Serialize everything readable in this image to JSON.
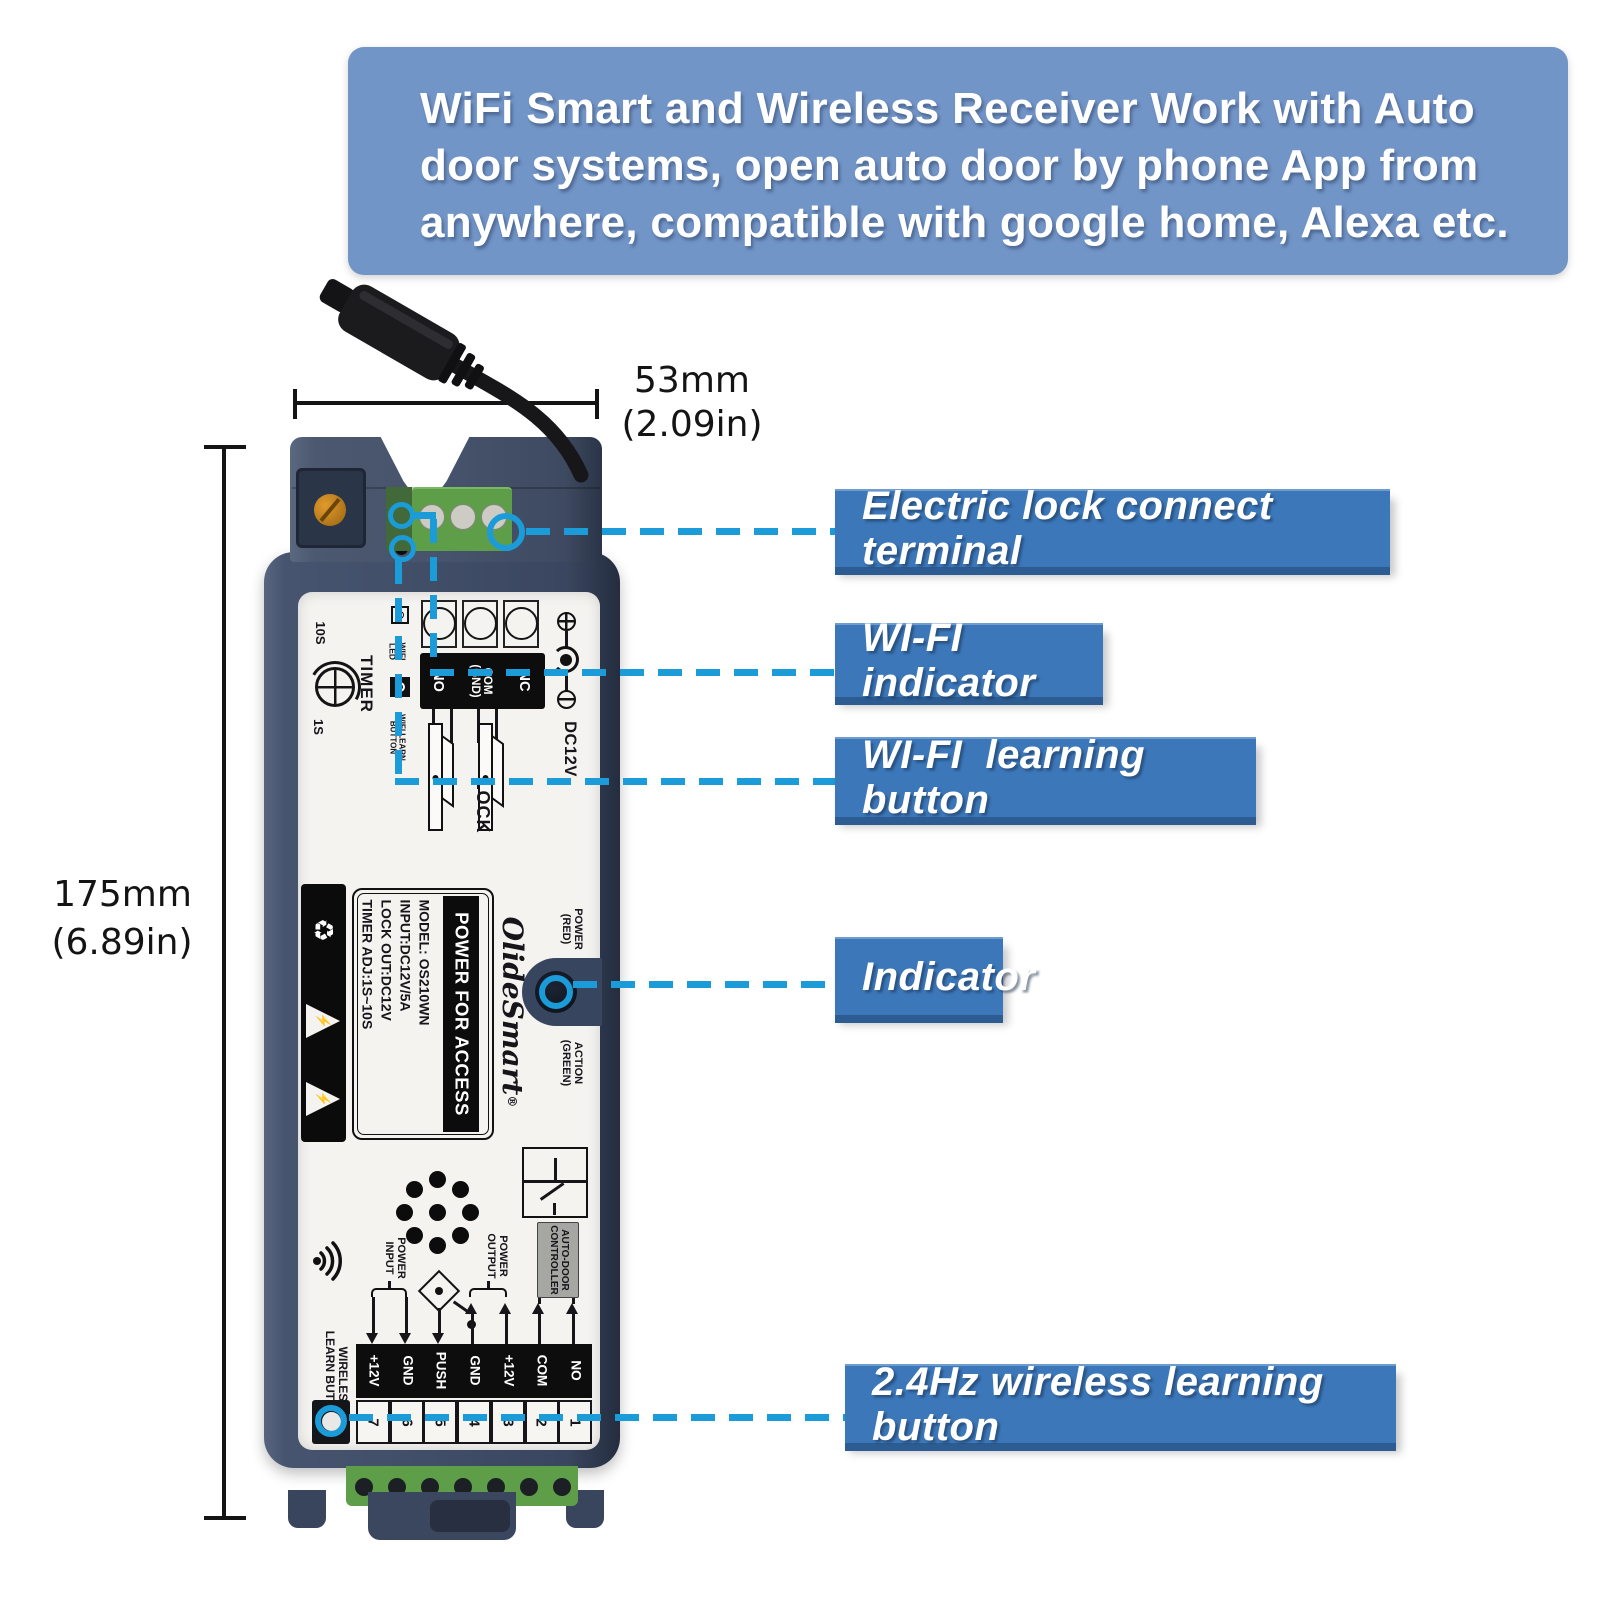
{
  "banner": {
    "lines": [
      "WiFi Smart and Wireless Receiver Work with Auto",
      "door systems, open auto door by phone App from",
      "anywhere, compatible with google home, Alexa etc."
    ]
  },
  "dimensions": {
    "width_mm": "53mm",
    "width_in": "(2.09in)",
    "height_mm": "175mm",
    "height_in": "(6.89in)"
  },
  "callouts": [
    {
      "label": "Electric lock connect terminal"
    },
    {
      "label": "WI-FI indicator"
    },
    {
      "label": "WI-FI  learning button"
    },
    {
      "label": "Indicator"
    },
    {
      "label": "2.4Hz wireless learning button"
    }
  ],
  "device_label": {
    "timer": "TIMER",
    "timer_max": "10S",
    "timer_min": "1S",
    "wifi_led_lines": [
      "WIFI",
      "LED"
    ],
    "wifi_learn_lines": [
      "WIFI LEARN",
      "BUTTON"
    ],
    "relay_terminals": [
      "NO",
      "COM",
      "(GND)",
      "NC"
    ],
    "power_jack": "DC12V",
    "lock": "LOCK",
    "brand": "OlideSmart",
    "brand_reg": "®",
    "product_title": "POWER FOR ACCESS",
    "specs": [
      "MODEL: OS210WN",
      "INPUT:DC12V/5A",
      "LOCK OUT:DC12V",
      "TIMER ADJ:1S~10S"
    ],
    "led_power_lines": [
      "POWER",
      "(RED)"
    ],
    "led_action_lines": [
      "ACTION",
      "(GREEN)"
    ],
    "auto_door_lines": [
      "AUTO-DOOR",
      "CONTROLLER"
    ],
    "power_input_lines": [
      "POWER",
      "INPUT"
    ],
    "power_output_lines": [
      "POWER",
      "OUTPUT"
    ],
    "wireless_learn_lines": [
      "WIRELESS",
      "LEARN BUTTON"
    ],
    "bottom_terminals": [
      "+12V",
      "GND",
      "PUSH",
      "GND",
      "+12V",
      "COM",
      "NO"
    ],
    "terminal_numbers": [
      "7",
      "6",
      "5",
      "4",
      "3",
      "2",
      "1"
    ]
  },
  "icons": {
    "recycle": "♻",
    "esd_warning": "⚡",
    "high_voltage": "⚡"
  },
  "colors": {
    "banner_bg": "#7295c8",
    "callout_bg": "#3b77b9",
    "callout_shadow": "#2c5c92",
    "dash_blue": "#1b9bd8",
    "device_navy": "#3f4c66",
    "terminal_green": "#5f9e49",
    "pot_orange": "#c8871f",
    "led_ring": "#19a0dc"
  }
}
